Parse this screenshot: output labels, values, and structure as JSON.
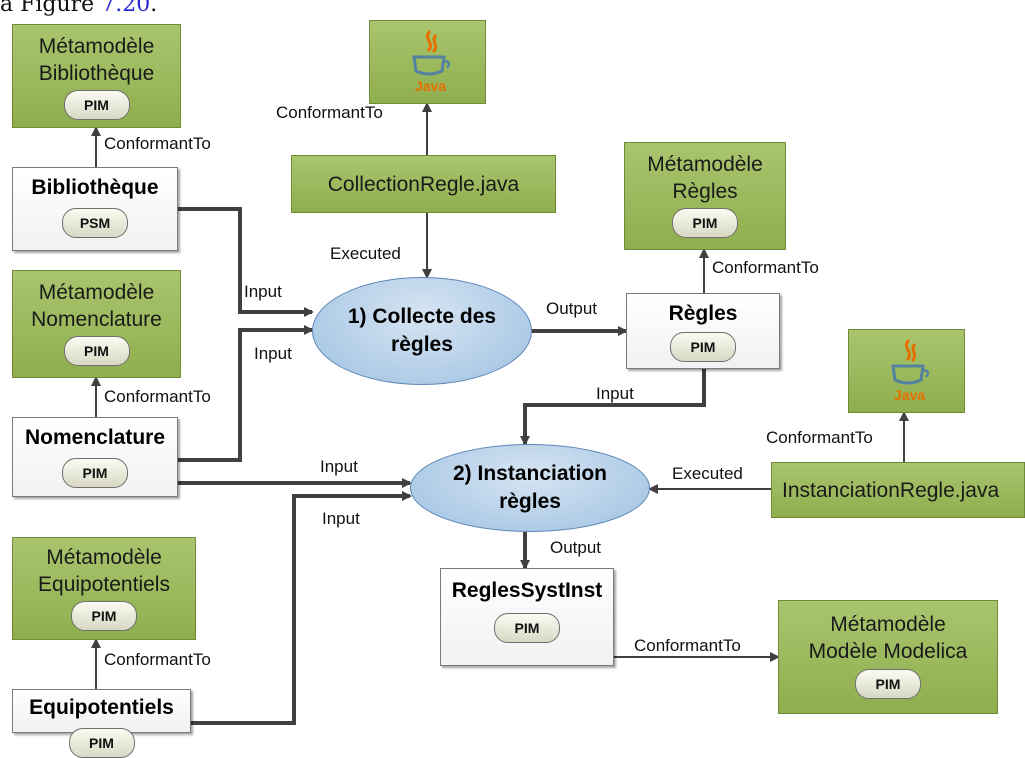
{
  "caption": {
    "prefix": "a Figure ",
    "ref": "7.20",
    "suffix": "."
  },
  "nodes": {
    "mm_bibliotheque": {
      "line1": "Métamodèle",
      "line2": "Bibliothèque",
      "tag": "PIM"
    },
    "bibliotheque": {
      "title": "Bibliothèque",
      "tag": "PSM"
    },
    "mm_nomenclature": {
      "line1": "Métamodèle",
      "line2": "Nomenclature",
      "tag": "PIM"
    },
    "nomenclature": {
      "title": "Nomenclature",
      "tag": "PIM"
    },
    "mm_equipotentiels": {
      "line1": "Métamodèle",
      "line2": "Equipotentiels",
      "tag": "PIM"
    },
    "equipotentiels": {
      "title": "Equipotentiels",
      "tag": "PIM"
    },
    "java_icon_1": {
      "text": "Java"
    },
    "collection_regle": {
      "title": "CollectionRegle.java"
    },
    "process_collect": {
      "line1": "1) Collecte des",
      "line2": "règles"
    },
    "mm_regles": {
      "line1": "Métamodèle",
      "line2": "Règles",
      "tag": "PIM"
    },
    "regles": {
      "title": "Règles",
      "tag": "PIM"
    },
    "java_icon_2": {
      "text": "Java"
    },
    "instanciation_regle": {
      "title": "InstanciationRegle.java"
    },
    "process_instanciation": {
      "line1": "2) Instanciation",
      "line2": "règles"
    },
    "regles_syst_inst": {
      "title": "ReglesSystInst",
      "tag": "PIM"
    },
    "mm_modelica": {
      "line1": "Métamodèle",
      "line2": "Modèle Modelica",
      "tag": "PIM"
    }
  },
  "labels": {
    "conformant_biblio": "ConformantTo",
    "conformant_java1": "ConformantTo",
    "executed_collect": "Executed",
    "input_biblio": "Input",
    "input_nomen_collect": "Input",
    "conformant_nomen": "ConformantTo",
    "output_collect": "Output",
    "conformant_regles": "ConformantTo",
    "input_regles": "Input",
    "conformant_java2": "ConformantTo",
    "input_nomen_inst": "Input",
    "executed_inst": "Executed",
    "input_equi": "Input",
    "conformant_equi": "ConformantTo",
    "output_inst": "Output",
    "conformant_reglessyst": "ConformantTo"
  }
}
